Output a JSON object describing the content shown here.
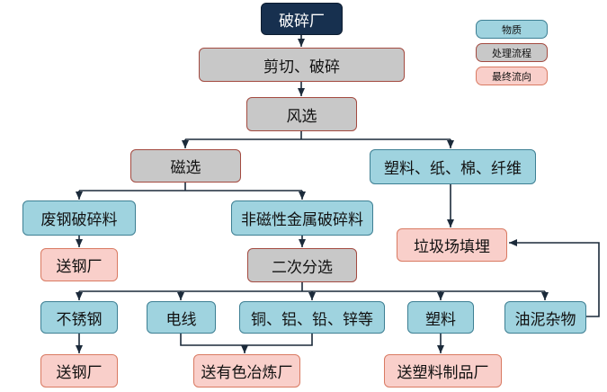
{
  "legend": {
    "material": "物质",
    "process": "处理流程",
    "destination": "最终流向"
  },
  "nodes": {
    "crusher_plant": "破碎厂",
    "shear_crush": "剪切、破碎",
    "wind_sorting": "风选",
    "magnetic_sorting": "磁选",
    "light_fraction": "塑料、纸、棉、纤维",
    "waste_steel_scrap": "废钢破碎料",
    "nonmagnetic_scrap": "非磁性金属破碎料",
    "landfill": "垃圾场填埋",
    "to_steel_mill_1": "送钢厂",
    "secondary_sorting": "二次分选",
    "stainless_steel": "不锈钢",
    "wires": "电线",
    "nonferrous_metals": "铜、铝、铅、锌等",
    "plastics": "塑料",
    "oil_sludge_debris": "油泥杂物",
    "to_steel_mill_2": "送钢厂",
    "to_nonferrous_smelter": "送有色冶炼厂",
    "to_plastics_factory": "送塑料制品厂"
  },
  "colors": {
    "material_fill": "#9fd3df",
    "process_fill": "#c8c8c8",
    "destination_fill": "#f9cfca",
    "top_fill": "#17304f",
    "arrow": "#1b2a3a"
  }
}
